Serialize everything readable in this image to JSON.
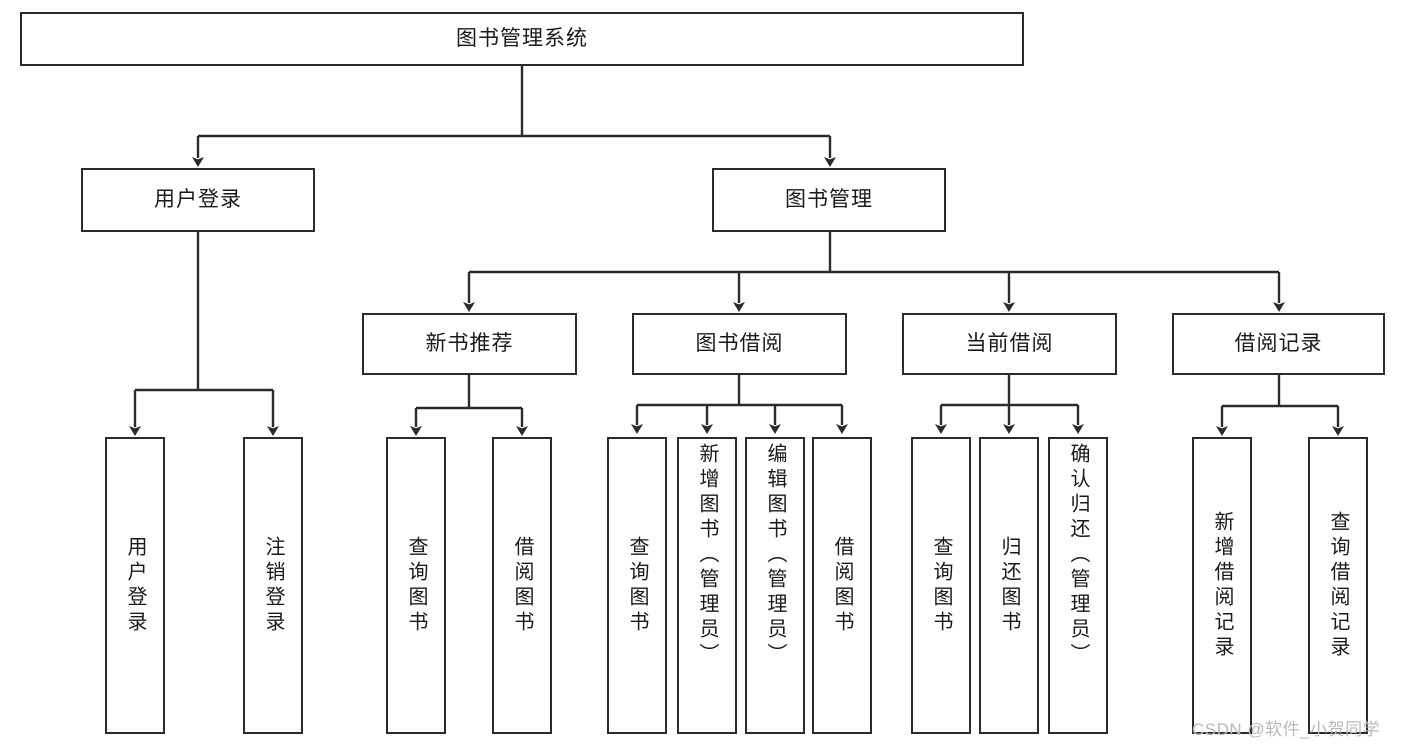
{
  "diagram": {
    "title": "图书管理系统",
    "type": "hierarchy-tree",
    "root": {
      "label": "图书管理系统"
    },
    "level2": [
      {
        "label": "用户登录"
      },
      {
        "label": "图书管理"
      }
    ],
    "level3": [
      {
        "label": "新书推荐"
      },
      {
        "label": "图书借阅"
      },
      {
        "label": "当前借阅"
      },
      {
        "label": "借阅记录"
      }
    ],
    "leaves": {
      "user_login": [
        {
          "label": "用户登录"
        },
        {
          "label": "注销登录"
        }
      ],
      "new_book_recommend": [
        {
          "label": "查询图书"
        },
        {
          "label": "借阅图书"
        }
      ],
      "book_borrow": [
        {
          "label": "查询图书"
        },
        {
          "label": "新增图书（管理员）"
        },
        {
          "label": "编辑图书（管理员）"
        },
        {
          "label": "借阅图书"
        }
      ],
      "current_borrow": [
        {
          "label": "查询图书"
        },
        {
          "label": "归还图书"
        },
        {
          "label": "确认归还（管理员）"
        }
      ],
      "borrow_record": [
        {
          "label": "新增借阅记录"
        },
        {
          "label": "查询借阅记录"
        }
      ]
    },
    "watermark": "CSDN @软件_小贺同学",
    "colors": {
      "stroke": "#2b2b2b",
      "fill": "#ffffff",
      "text": "#1a1a1a",
      "watermark": "#b9b9b9"
    }
  }
}
